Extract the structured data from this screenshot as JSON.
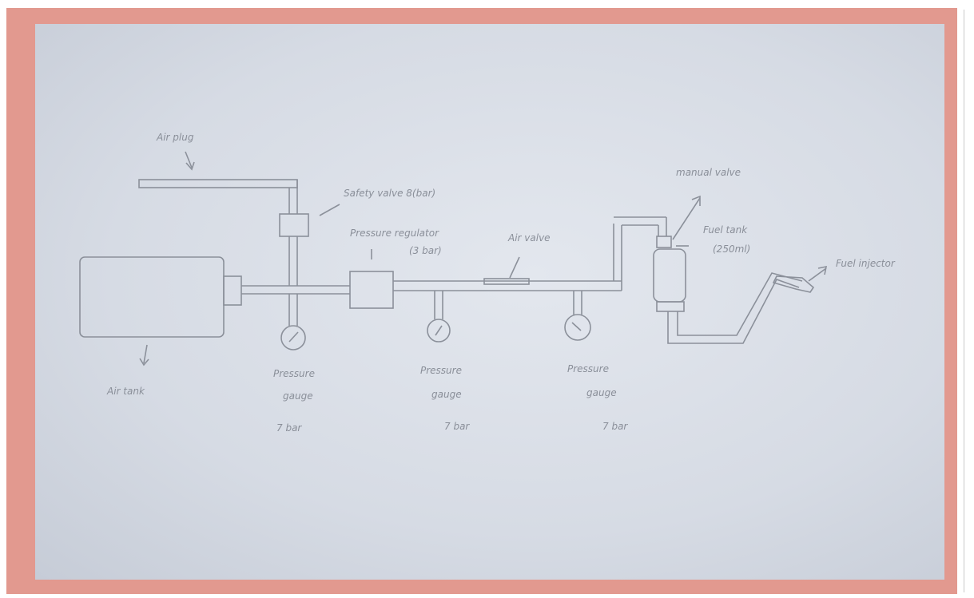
{
  "diagram": {
    "labels": {
      "air_plug": "Air plug",
      "safety_valve": "Safety valve 8(bar)",
      "pressure_regulator": "Pressure regulator",
      "regulator_setting": "(3 bar)",
      "air_valve": "Air valve",
      "manual_valve": "manual valve",
      "fuel_tank": "Fuel tank",
      "fuel_tank_capacity": "(250ml)",
      "fuel_injector": "Fuel injector",
      "air_tank": "Air tank",
      "gauge1_line1": "Pressure",
      "gauge1_line2": "gauge",
      "gauge1_value": "7 bar",
      "gauge2_line1": "Pressure",
      "gauge2_line2": "gauge",
      "gauge2_value": "7 bar",
      "gauge3_line1": "Pressure",
      "gauge3_line2": "gauge",
      "gauge3_value": "7 bar"
    },
    "colors": {
      "frame": "#e2998f",
      "paper": "#dde1e9",
      "pencil": "#8b909a"
    }
  }
}
